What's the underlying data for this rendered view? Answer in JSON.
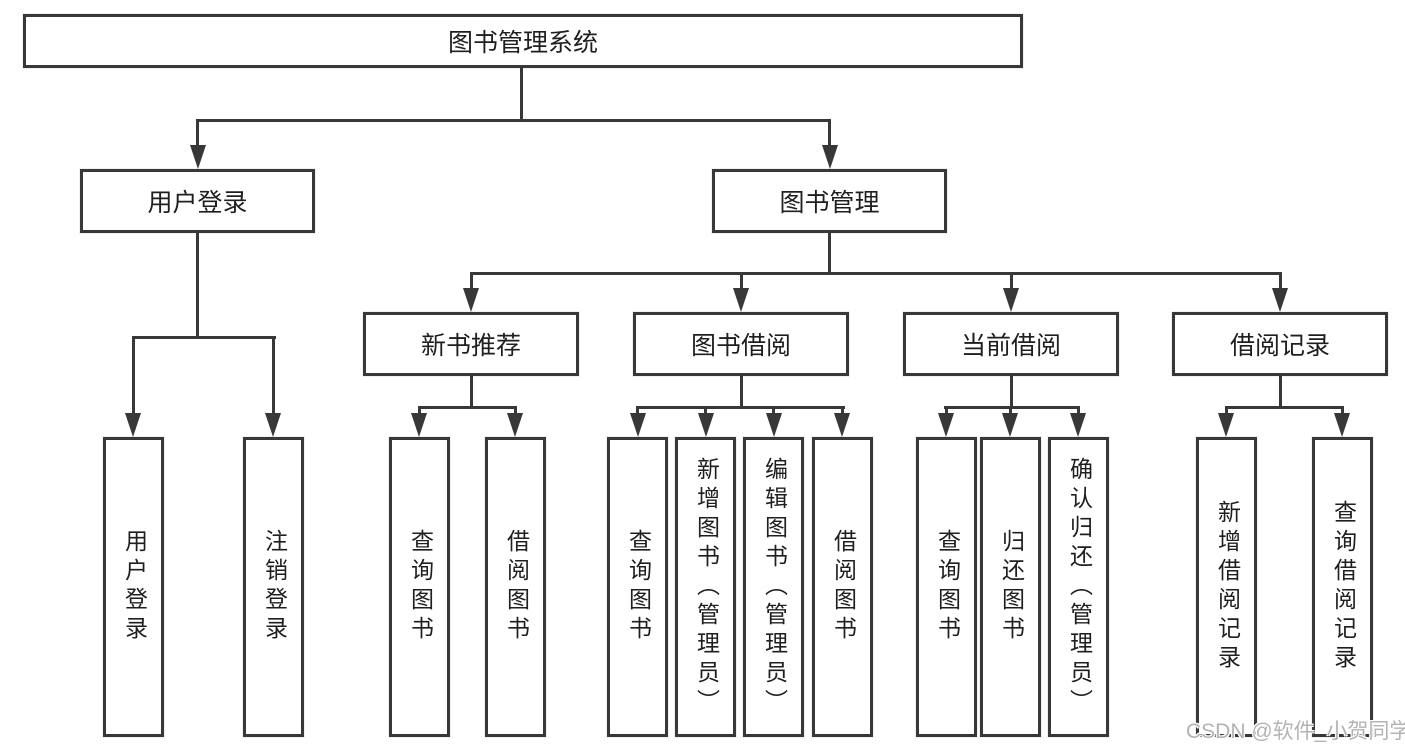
{
  "diagram": {
    "root": {
      "label": "图书管理系统"
    },
    "level2": [
      {
        "label": "用户登录"
      },
      {
        "label": "图书管理"
      }
    ],
    "level3": [
      {
        "label": "新书推荐"
      },
      {
        "label": "图书借阅"
      },
      {
        "label": "当前借阅"
      },
      {
        "label": "借阅记录"
      }
    ],
    "leaves": {
      "user_login": [
        {
          "label": "用户登录"
        },
        {
          "label": "注销登录"
        }
      ],
      "new_books": [
        {
          "label": "查询图书"
        },
        {
          "label": "借阅图书"
        }
      ],
      "book_borrow": [
        {
          "label": "查询图书"
        },
        {
          "label": "新增图书（管理员）"
        },
        {
          "label": "编辑图书（管理员）"
        },
        {
          "label": "借阅图书"
        }
      ],
      "current_borrow": [
        {
          "label": "查询图书"
        },
        {
          "label": "归还图书"
        },
        {
          "label": "确认归还（管理员）"
        }
      ],
      "borrow_records": [
        {
          "label": "新增借阅记录"
        },
        {
          "label": "查询借阅记录"
        }
      ]
    }
  },
  "watermark": {
    "text": "CSDN @软件_小贺同学"
  },
  "colors": {
    "line": "#383838",
    "text": "#1f1f1f",
    "bg": "#ffffff",
    "watermark": "#b3b3b3"
  }
}
